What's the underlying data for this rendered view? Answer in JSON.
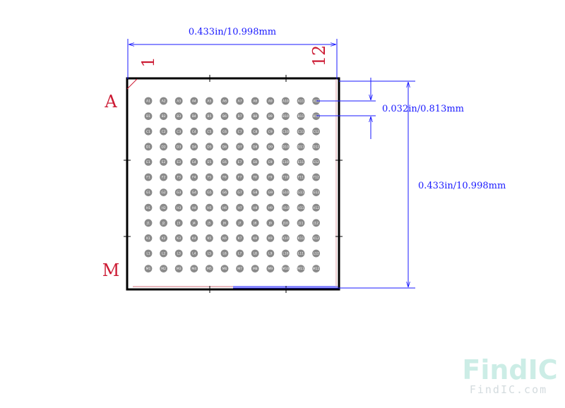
{
  "diagram": {
    "grid": {
      "cols": 12,
      "rows": [
        "A",
        "B",
        "C",
        "D",
        "E",
        "F",
        "G",
        "H",
        "J",
        "K",
        "L",
        "M"
      ],
      "ball_color": "#8a8a8a"
    },
    "labels": {
      "col_first": "1",
      "col_last": "12",
      "row_first": "A",
      "row_last": "M"
    },
    "dimensions": {
      "width": "0.433in/10.998mm",
      "height": "0.433in/10.998mm",
      "pitch": "0.032in/0.813mm"
    },
    "colors": {
      "dimension": "#1a1aff",
      "label": "#cc1a33",
      "outline": "#000000"
    }
  },
  "watermark": {
    "main": "FindIC",
    "sub": "FindIC.com"
  }
}
